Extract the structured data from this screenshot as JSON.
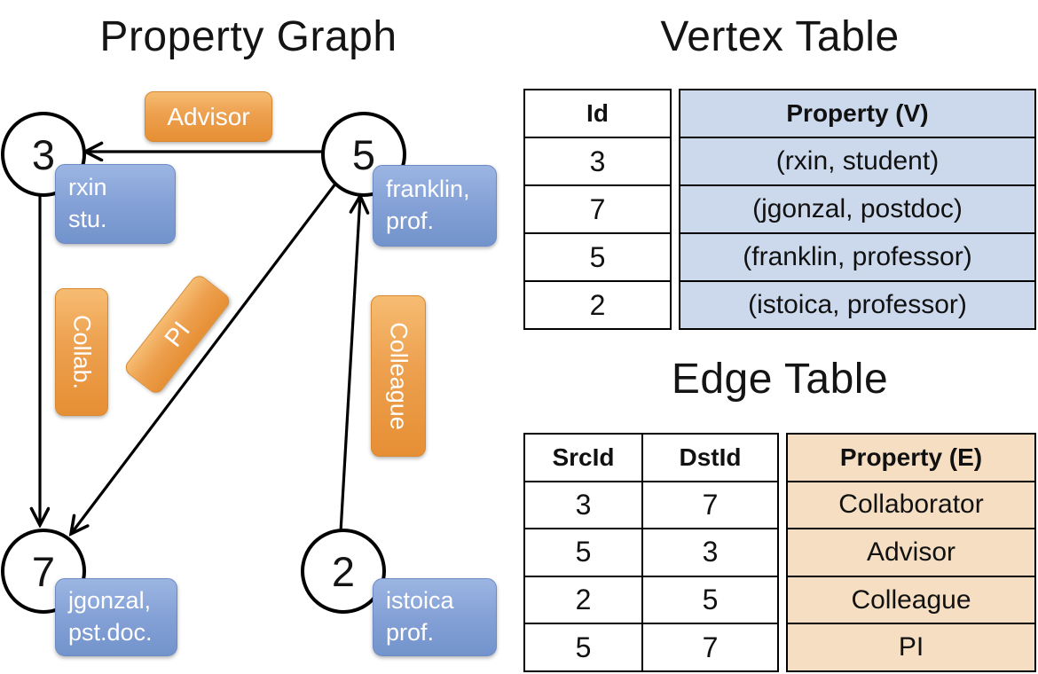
{
  "graph": {
    "title": "Property Graph",
    "nodes": {
      "n3": "3",
      "n5": "5",
      "n7": "7",
      "n2": "2"
    },
    "vertex_labels": {
      "rxin": [
        "rxin",
        "stu."
      ],
      "franklin": [
        "franklin,",
        "prof."
      ],
      "jgonzal": [
        "jgonzal,",
        "pst.doc."
      ],
      "istoica": [
        "istoica",
        "prof."
      ]
    },
    "edge_labels": {
      "advisor": "Advisor",
      "collab": "Collab.",
      "pi": "PI",
      "colleague": "Colleague"
    }
  },
  "vertex_table": {
    "title": "Vertex Table",
    "headers": {
      "id": "Id",
      "property": "Property (V)"
    },
    "rows": [
      {
        "id": "3",
        "property": "(rxin, student)"
      },
      {
        "id": "7",
        "property": "(jgonzal, postdoc)"
      },
      {
        "id": "5",
        "property": "(franklin, professor)"
      },
      {
        "id": "2",
        "property": "(istoica, professor)"
      }
    ]
  },
  "edge_table": {
    "title": "Edge Table",
    "headers": {
      "src": "SrcId",
      "dst": "DstId",
      "property": "Property (E)"
    },
    "rows": [
      {
        "src": "3",
        "dst": "7",
        "property": "Collaborator"
      },
      {
        "src": "5",
        "dst": "3",
        "property": "Advisor"
      },
      {
        "src": "2",
        "dst": "5",
        "property": "Colleague"
      },
      {
        "src": "5",
        "dst": "7",
        "property": "PI"
      }
    ]
  },
  "colors": {
    "edge_label_orange": "#ECA14E",
    "vertex_label_blue": "#84A1D6",
    "vertex_property_fill": "#CCD9ED",
    "edge_property_fill": "#F5DEC2",
    "line_black": "#000000"
  }
}
